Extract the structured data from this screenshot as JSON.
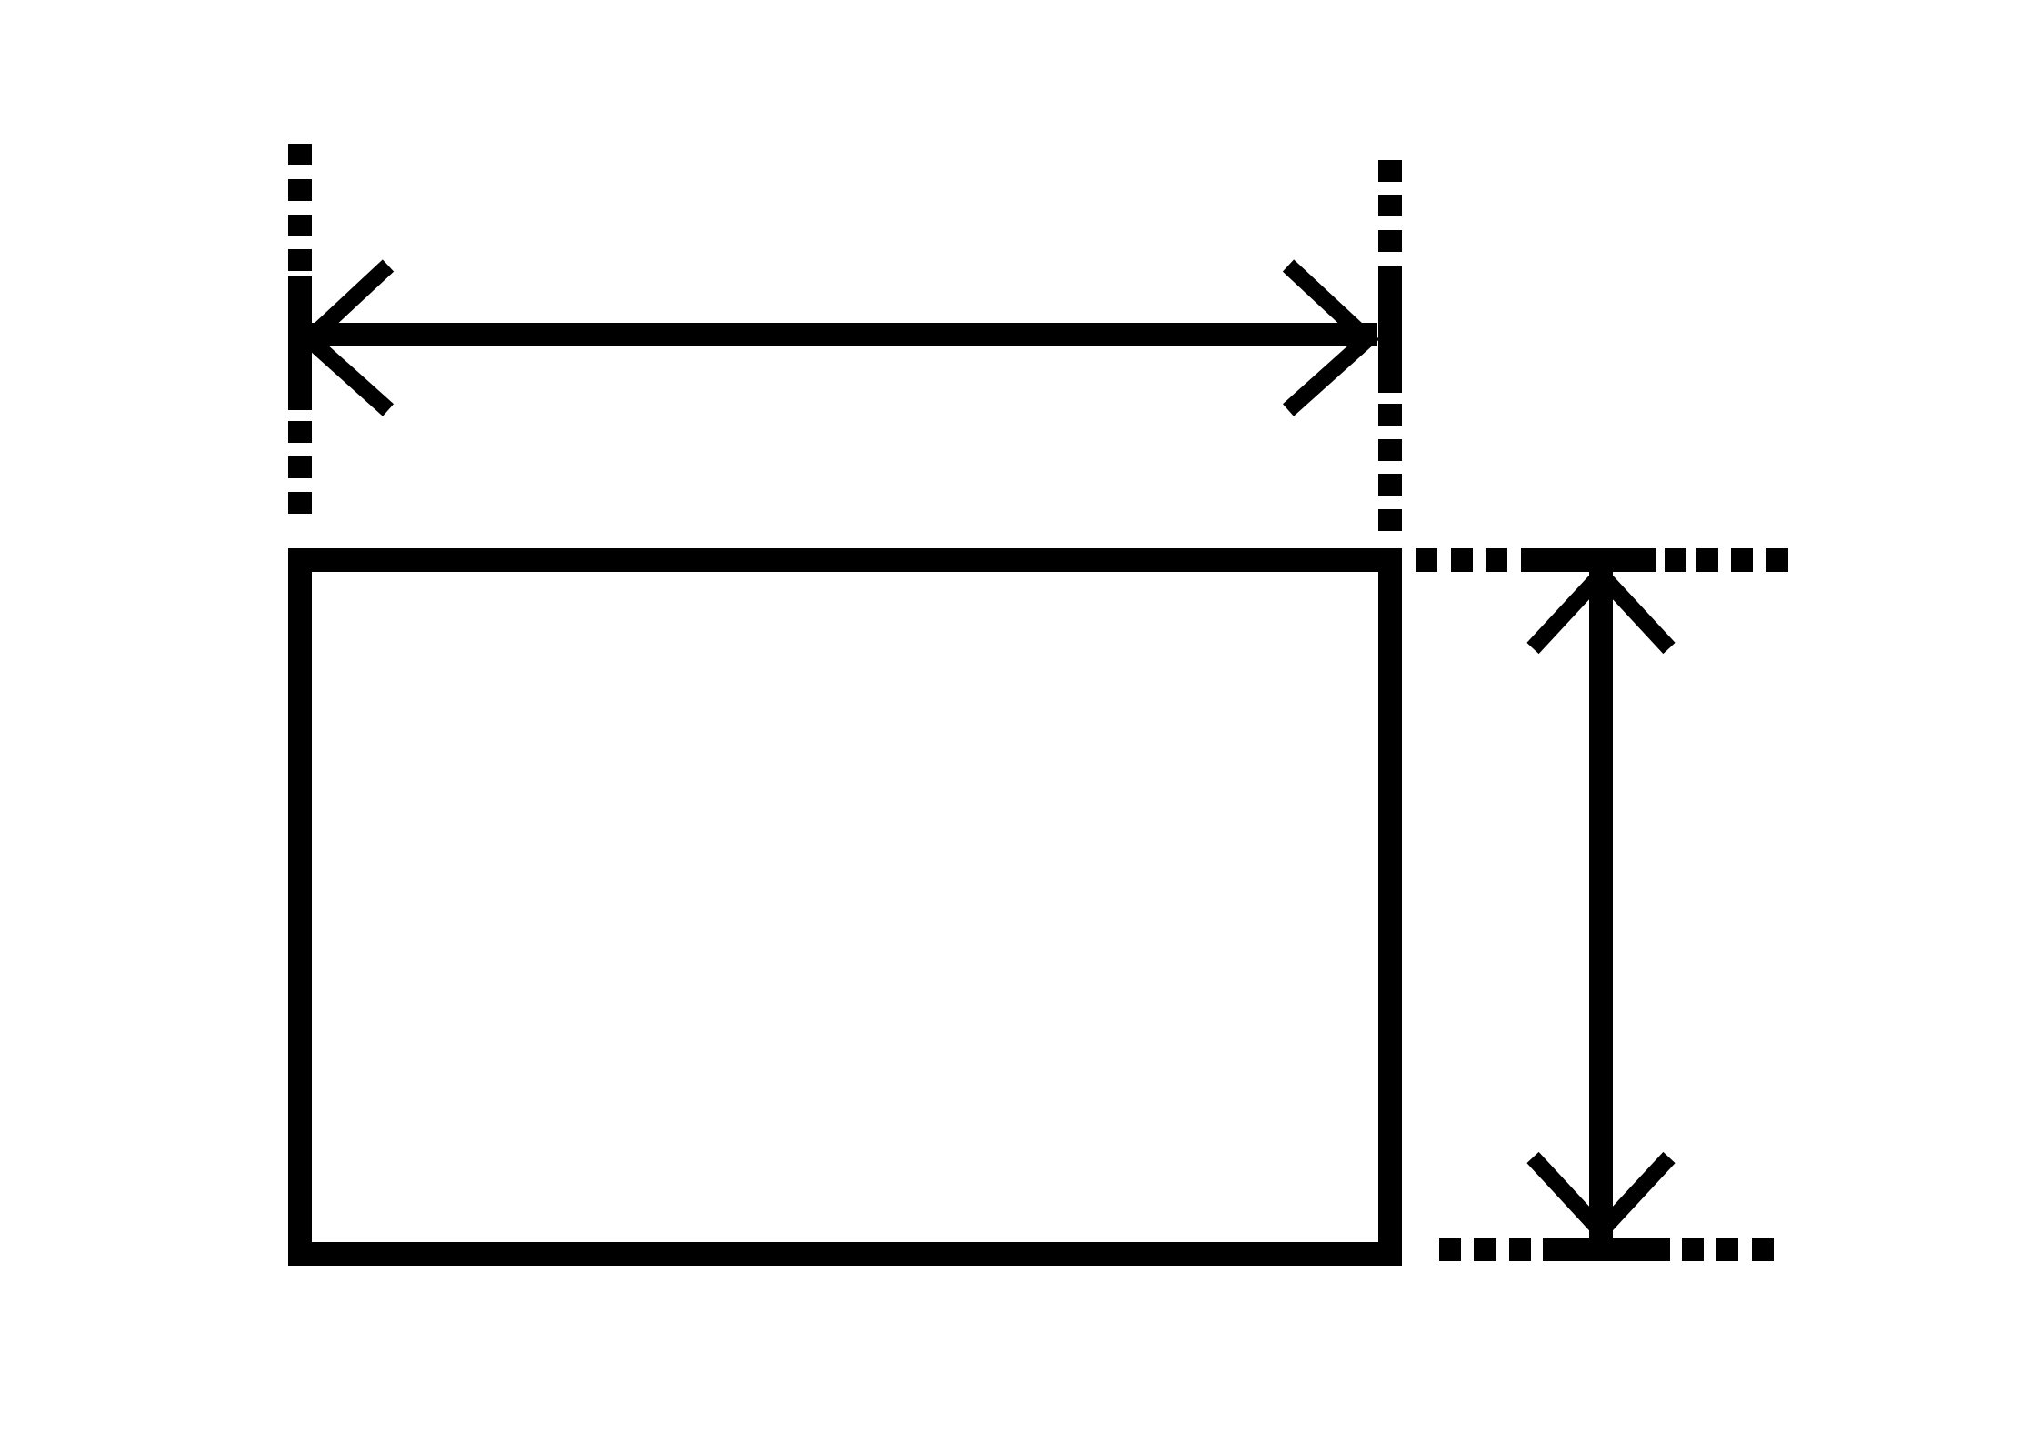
{
  "diagram": {
    "type": "dimensioned-rectangle",
    "elements": [
      {
        "name": "rectangle-outline",
        "kind": "rectangle"
      },
      {
        "name": "width-dimension-arrow",
        "kind": "double-arrow",
        "orientation": "horizontal"
      },
      {
        "name": "height-dimension-arrow",
        "kind": "double-arrow",
        "orientation": "vertical"
      },
      {
        "name": "left-extension-line",
        "kind": "dotted-line",
        "orientation": "vertical"
      },
      {
        "name": "right-extension-line",
        "kind": "dotted-line",
        "orientation": "vertical"
      },
      {
        "name": "top-extension-line",
        "kind": "dotted-line",
        "orientation": "horizontal"
      },
      {
        "name": "bottom-extension-line",
        "kind": "dotted-line",
        "orientation": "horizontal"
      }
    ],
    "colors": {
      "stroke": "#000000",
      "background": "#ffffff"
    }
  }
}
